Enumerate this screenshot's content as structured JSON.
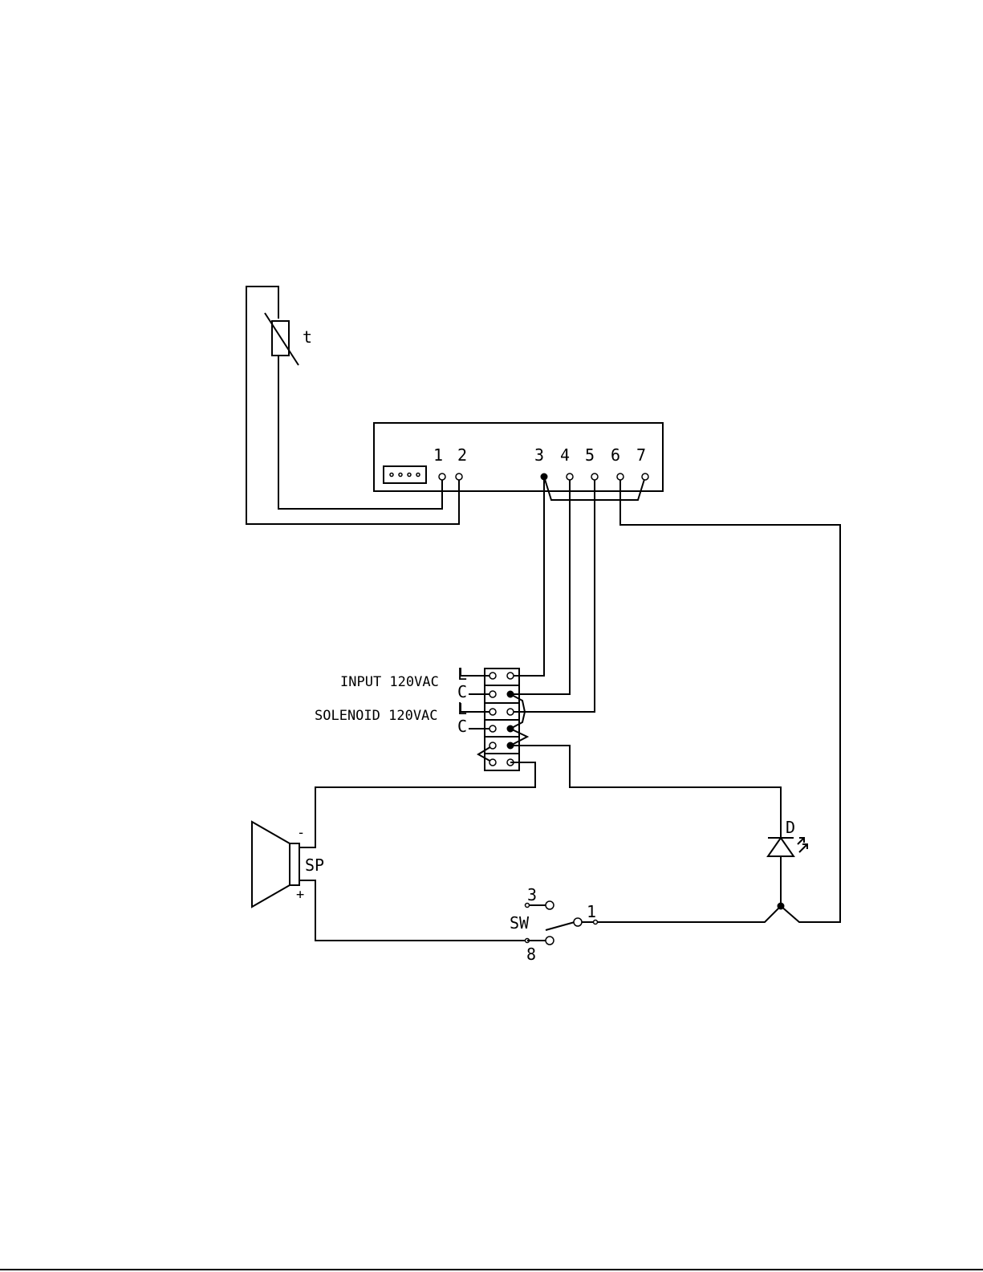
{
  "thermistor": {
    "label": "t"
  },
  "controller": {
    "terminals": [
      "1",
      "2",
      "3",
      "4",
      "5",
      "6",
      "7"
    ]
  },
  "terminal_block": {
    "input_label": "INPUT 120VAC",
    "solenoid_label": "SOLENOID 120VAC",
    "input_pins": [
      "L",
      "C"
    ],
    "solenoid_pins": [
      "L",
      "C"
    ]
  },
  "speaker": {
    "label": "SP",
    "minus": "-",
    "plus": "+"
  },
  "led": {
    "label": "D"
  },
  "switch": {
    "label": "SW",
    "pos_top": "3",
    "pos_bottom": "8",
    "pos_common": "1"
  },
  "colors": {
    "line": "#000000",
    "background": "#ffffff"
  }
}
